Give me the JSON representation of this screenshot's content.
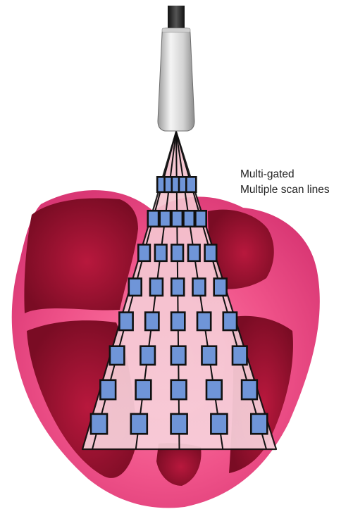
{
  "caption": {
    "line1": "Multi-gated",
    "line2": "Multiple scan lines"
  },
  "scan": {
    "scan_line_count": 5,
    "gates_per_line": 8
  },
  "colors": {
    "heart_outer": "#e63f7e",
    "heart_inner": "#a01234",
    "fan_fill": "#f6c6d3",
    "gate_fill": "#6f95d8",
    "gate_stroke": "#111111",
    "probe_body": "#d9d9d9",
    "cable": "#222222"
  },
  "icons": {
    "probe": "ultrasound-probe-icon",
    "heart": "heart-illustration"
  }
}
